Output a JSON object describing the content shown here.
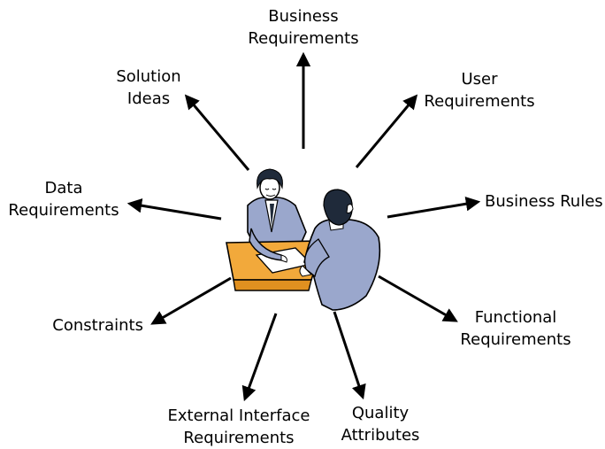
{
  "diagram": {
    "center_illustration": "meeting-illustration",
    "labels": {
      "business_requirements": [
        "Business",
        "Requirements"
      ],
      "user_requirements": [
        "User",
        "Requirements"
      ],
      "business_rules": [
        "Business Rules"
      ],
      "functional_requirements": [
        "Functional",
        "Requirements"
      ],
      "quality_attributes": [
        "Quality",
        "Attributes"
      ],
      "external_interface_requirements": [
        "External Interface",
        "Requirements"
      ],
      "constraints": [
        "Constraints"
      ],
      "data_requirements": [
        "Data",
        "Requirements"
      ],
      "solution_ideas": [
        "Solution",
        "Ideas"
      ]
    },
    "colors": {
      "arrow": "#000000",
      "table": "#f2a93b",
      "table_edge": "#e09020",
      "suit": "#9aa7cc",
      "hair": "#1f2a3a",
      "skin": "#ffffff"
    }
  }
}
